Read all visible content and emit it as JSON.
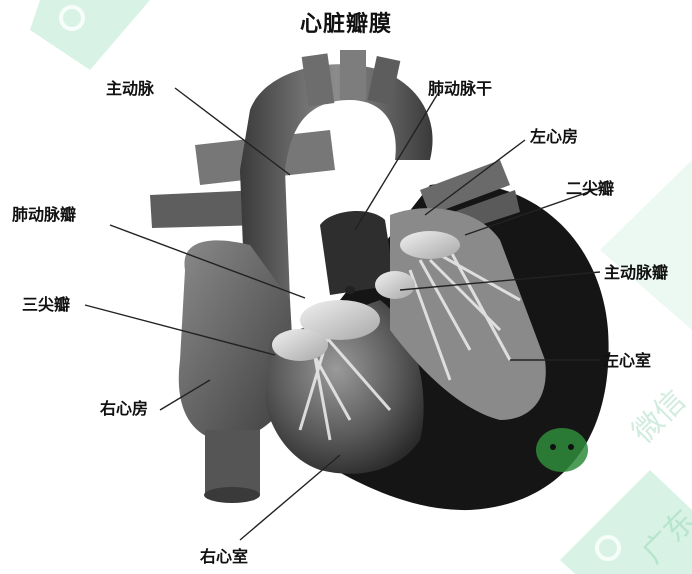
{
  "title": "心脏瓣膜",
  "labels": {
    "aorta": "主动脉",
    "pulmonary_trunk": "肺动脉干",
    "left_atrium": "左心房",
    "mitral_valve": "二尖瓣",
    "pulmonary_valve": "肺动脉瓣",
    "aortic_valve": "主动脉瓣",
    "tricuspid_valve": "三尖瓣",
    "left_ventricle": "左心室",
    "right_atrium": "右心房",
    "right_ventricle": "右心室"
  },
  "watermark": {
    "text_side": "微信",
    "text_corner": "广东"
  },
  "colors": {
    "watermark": "#7fd3a8",
    "wechat_green": "#2e8b3a"
  }
}
